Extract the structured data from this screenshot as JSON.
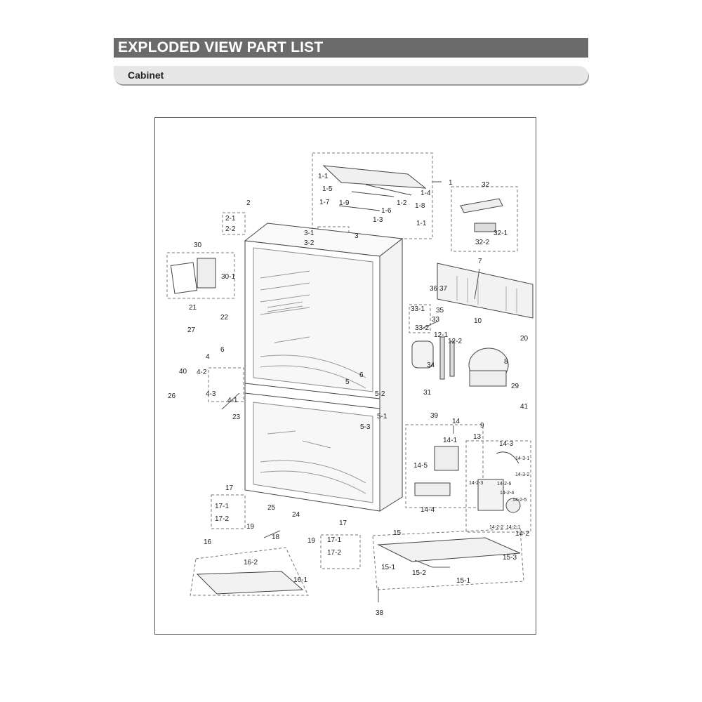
{
  "header": {
    "title": "EXPLODED VIEW PART LIST"
  },
  "section": {
    "label": "Cabinet"
  },
  "callouts": [
    "1",
    "1-1",
    "1-5",
    "1-4",
    "1-8",
    "1-9",
    "1-2",
    "1-7",
    "1-6",
    "1-3",
    "1-1",
    "32",
    "32-1",
    "32-2",
    "2",
    "2-1",
    "2-2",
    "3-1",
    "3",
    "3-2",
    "30",
    "30-1",
    "7",
    "36",
    "37",
    "33-1",
    "35",
    "33",
    "33-2",
    "21",
    "22",
    "27",
    "10",
    "20",
    "12-1",
    "12-2",
    "34",
    "8",
    "4",
    "6",
    "40",
    "4-2",
    "4-3",
    "4-1",
    "5",
    "6",
    "5-2",
    "31",
    "29",
    "26",
    "23",
    "5-1",
    "5-3",
    "39",
    "41",
    "9",
    "14",
    "13",
    "14-1",
    "14-3",
    "14-3-1",
    "14-3-2",
    "14-5",
    "14-2-3",
    "14-2-6",
    "14-2-4",
    "14-2-5",
    "14-2-2",
    "14-2-1",
    "14-4",
    "14-2",
    "17",
    "17-1",
    "17-2",
    "25",
    "24",
    "19",
    "18",
    "19",
    "17",
    "17-1",
    "17-2",
    "15",
    "15-3",
    "15-1",
    "15-2",
    "15-1",
    "16",
    "16-2",
    "16-1",
    "38"
  ]
}
